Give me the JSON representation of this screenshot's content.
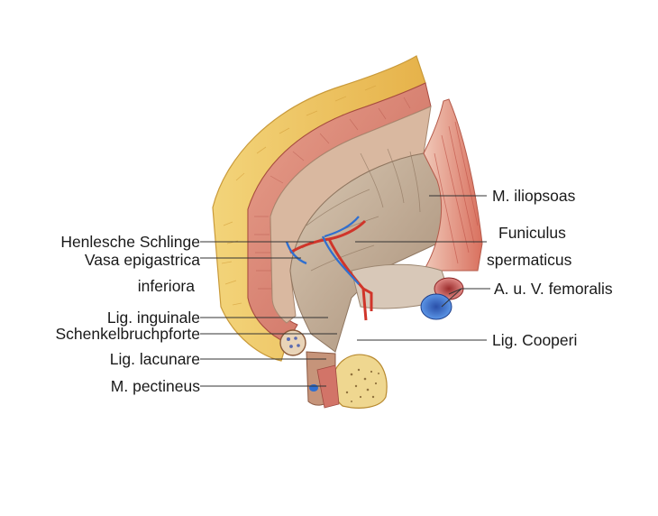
{
  "labels": {
    "henlesche_schlinge": "Henlesche Schlinge",
    "vasa_epigastrica_line1": "Vasa epigastrica",
    "vasa_epigastrica_line2": "inferiora",
    "lig_inguinale": "Lig. inguinale",
    "schenkelbruchpforte": "Schenkelbruchpforte",
    "lig_lacunare": "Lig. lacunare",
    "m_pectineus": "M. pectineus",
    "m_iliopsoas": "M. iliopsoas",
    "funiculus_line1": "Funiculus",
    "funiculus_line2": "spermaticus",
    "femoralis": "A. u. V. femoralis",
    "lig_cooperi": "Lig. Cooperi"
  },
  "colors": {
    "fat": "#f0c860",
    "fat_dark": "#d9a93a",
    "muscle": "#d98070",
    "muscle_dark": "#b8524a",
    "fascia": "#c9b29a",
    "peritoneum": "#b9a088",
    "bone": "#ecd28a",
    "bone_dots": "#7a5a2a",
    "artery": "#d0352a",
    "vein": "#2f6fd0",
    "leader": "#333333"
  }
}
